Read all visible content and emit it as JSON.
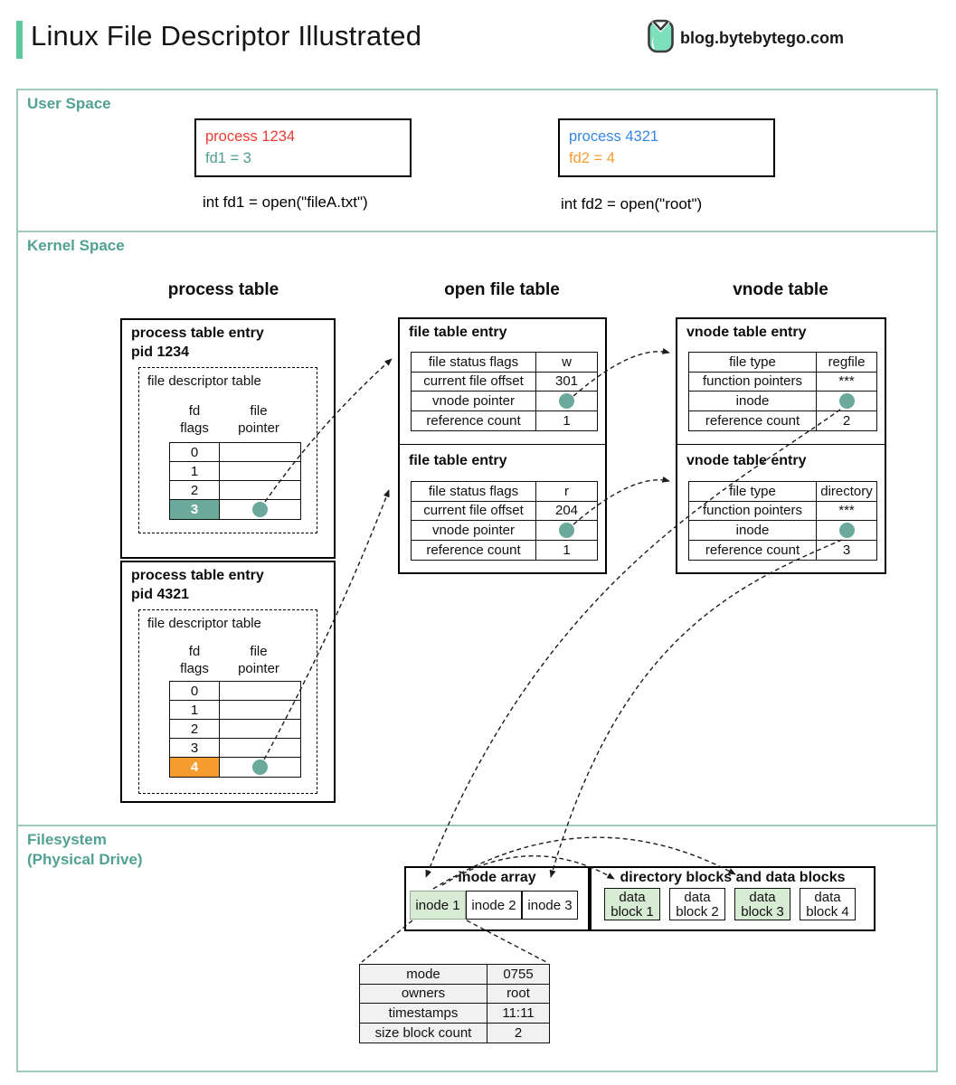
{
  "header": {
    "title": "Linux File Descriptor Illustrated",
    "site": "blog.bytebytego.com"
  },
  "sections": {
    "user_space": "User Space",
    "kernel_space": "Kernel Space",
    "filesystem": "Filesystem",
    "filesystem_sub": "(Physical Drive)"
  },
  "user_space": {
    "process1": {
      "name": "process 1234",
      "fd": "fd1 = 3",
      "code": "int fd1 = open(\"fileA.txt\")"
    },
    "process2": {
      "name": "process 4321",
      "fd": "fd2 = 4",
      "code": "int fd2 = open(\"root\")"
    }
  },
  "kernel": {
    "process_table_heading": "process table",
    "open_file_table_heading": "open file table",
    "vnode_table_heading": "vnode table",
    "process_entries": [
      {
        "title": "process table entry",
        "pid": "pid 1234",
        "fdt_label": "file descriptor table",
        "col_headers": [
          [
            "fd",
            "flags"
          ],
          [
            "file",
            "pointer"
          ]
        ],
        "fd_rows": [
          "0",
          "1",
          "2",
          "3"
        ],
        "highlighted_fd": "3"
      },
      {
        "title": "process table entry",
        "pid": "pid 4321",
        "fdt_label": "file descriptor table",
        "col_headers": [
          [
            "fd",
            "flags"
          ],
          [
            "file",
            "pointer"
          ]
        ],
        "fd_rows": [
          "0",
          "1",
          "2",
          "3",
          "4"
        ],
        "highlighted_fd": "4"
      }
    ],
    "file_table_entries": [
      {
        "title": "file table entry",
        "rows": [
          {
            "label": "file status flags",
            "value": "w"
          },
          {
            "label": "current file offset",
            "value": "301"
          },
          {
            "label": "vnode pointer",
            "pointer": true
          },
          {
            "label": "reference count",
            "value": "1"
          }
        ]
      },
      {
        "title": "file table entry",
        "rows": [
          {
            "label": "file status flags",
            "value": "r"
          },
          {
            "label": "current file offset",
            "value": "204"
          },
          {
            "label": "vnode pointer",
            "pointer": true
          },
          {
            "label": "reference count",
            "value": "1"
          }
        ]
      }
    ],
    "vnode_entries": [
      {
        "title": "vnode table entry",
        "rows": [
          {
            "label": "file type",
            "value": "regfile"
          },
          {
            "label": "function pointers",
            "value": "***"
          },
          {
            "label": "inode",
            "pointer": true
          },
          {
            "label": "reference count",
            "value": "2"
          }
        ]
      },
      {
        "title": "vnode table entry",
        "rows": [
          {
            "label": "file type",
            "value": "directory"
          },
          {
            "label": "function pointers",
            "value": "***"
          },
          {
            "label": "inode",
            "pointer": true
          },
          {
            "label": "reference count",
            "value": "3"
          }
        ]
      }
    ]
  },
  "filesystem": {
    "inode_array": {
      "title": "inode array",
      "cells": [
        "inode 1",
        "inode 2",
        "inode 3"
      ],
      "highlighted": "inode 1"
    },
    "data_blocks": {
      "title": "directory blocks and data blocks",
      "cells": [
        [
          "data",
          "block 1"
        ],
        [
          "data",
          "block 2"
        ],
        [
          "data",
          "block 3"
        ],
        [
          "data",
          "block 4"
        ]
      ],
      "highlighted": [
        "block 1",
        "block 3"
      ]
    },
    "inode_detail": {
      "rows": [
        {
          "label": "mode",
          "value": "0755"
        },
        {
          "label": "owners",
          "value": "root"
        },
        {
          "label": "timestamps",
          "value": "11:11"
        },
        {
          "label": "size block count",
          "value": "2"
        }
      ]
    }
  },
  "colors": {
    "teal_text": "#52a193",
    "teal_fill": "#6ba99b",
    "section_border": "#9fc8be",
    "accent_bar": "#5ec79b",
    "red": "#ee3b33",
    "blue": "#3487e2",
    "orange": "#f79d2f",
    "green_cell": "#d8ebd5",
    "gray_cell": "#f1f1f1"
  }
}
